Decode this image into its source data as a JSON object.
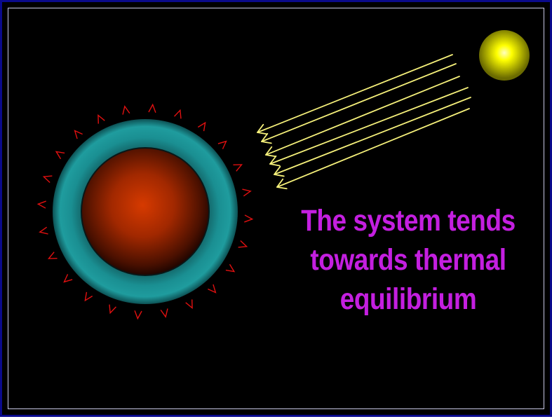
{
  "caption": {
    "lines": [
      "The system tends",
      "towards thermal",
      "equilibrium"
    ]
  },
  "colors": {
    "background": "#000000",
    "frame": "#0a0a8c",
    "caption": "#c41fe0",
    "sun": "#ffff00",
    "rays": "#f5f07a",
    "atmosphere": "#1a8f92",
    "planet": "#cc3300",
    "emission_arrows": "#e01010"
  },
  "elements": {
    "sun_icon": "sun",
    "planet_icon": "planet-with-atmosphere",
    "incoming_rays": 6,
    "outgoing_arrows": 24
  }
}
